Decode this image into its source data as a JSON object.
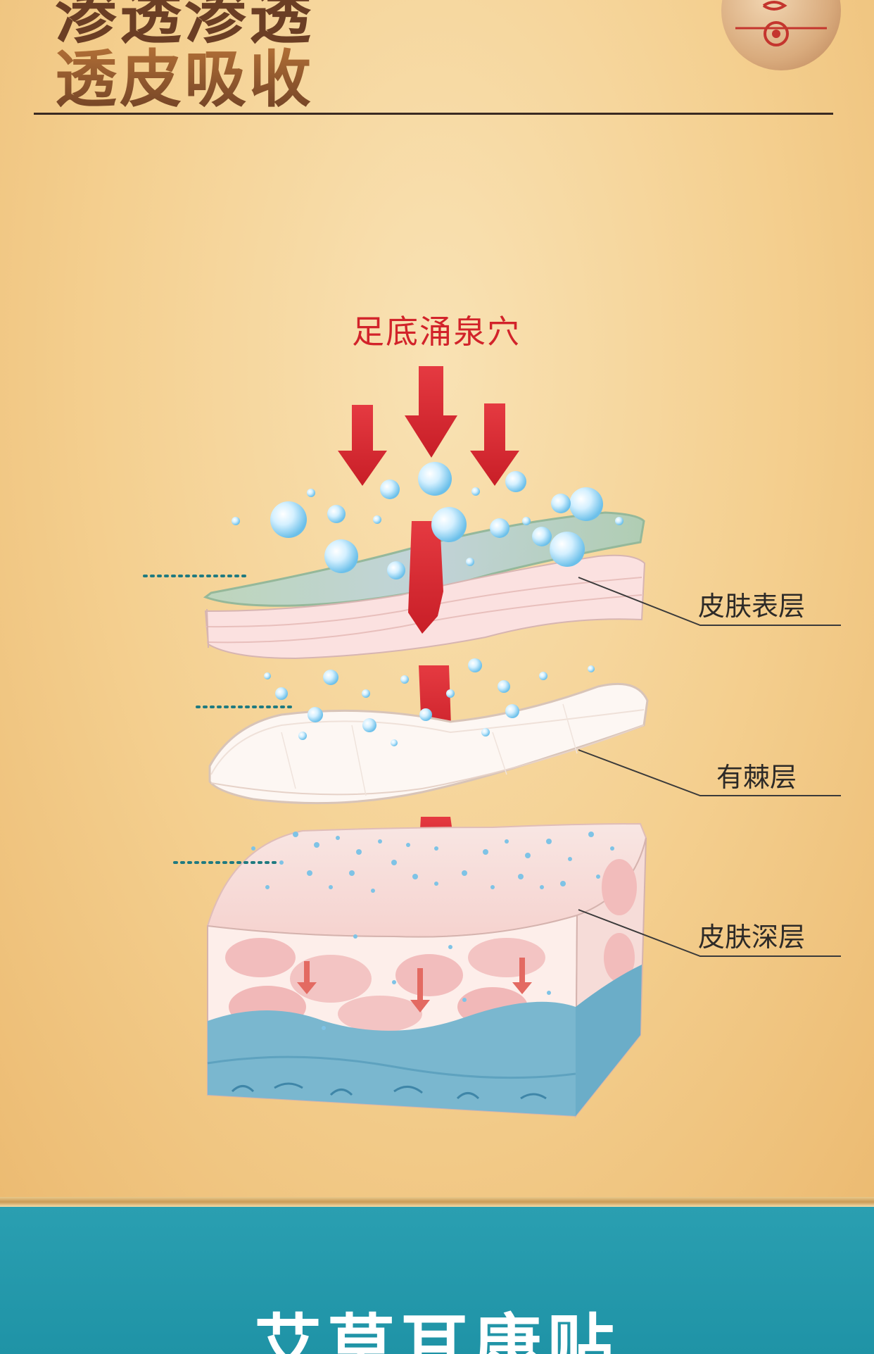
{
  "header": {
    "title_line1": "渗透渗透",
    "title_line2": "透皮吸收"
  },
  "diagram": {
    "source_label": "足底涌泉穴",
    "layers": [
      {
        "label": "皮肤表层"
      },
      {
        "label": "有棘层"
      },
      {
        "label": "皮肤深层"
      }
    ]
  },
  "footer": {
    "title": "艾草耳康贴"
  },
  "colors": {
    "arrow": "#dd2e35",
    "title": "#6b3e24",
    "footer_bg": "#2298ab",
    "label_red": "#d2232a"
  }
}
